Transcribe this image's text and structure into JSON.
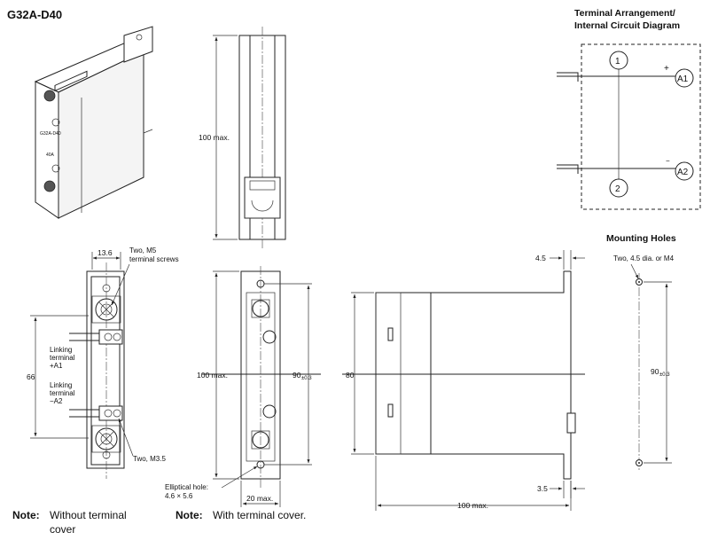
{
  "title": "G32A-D40",
  "terminal_header": {
    "line1": "Terminal Arrangement/",
    "line2": "Internal Circuit Diagram"
  },
  "circuit": {
    "node1": "1",
    "node2": "2",
    "a1": "A1",
    "a2": "A2",
    "plus": "+",
    "minus": "−"
  },
  "product": {
    "label_model": "G32A-D40",
    "label_amp": "40A"
  },
  "side_view": {
    "height_dim": "100 max."
  },
  "left_view": {
    "width_dim": "13.6",
    "screw_label": [
      "Two, M5",
      "terminal screws"
    ],
    "height_dim": "66",
    "linking_a1": [
      "Linking",
      "terminal",
      "+A1"
    ],
    "linking_a2": [
      "Linking",
      "terminal",
      "−A2"
    ],
    "small_screw": "Two, M3.5"
  },
  "center_view": {
    "height_dim": "100 max.",
    "pitch_dim": "90",
    "pitch_tol": "±0.3",
    "hole_label": [
      "Elliptical hole:",
      "4.6 × 5.6"
    ],
    "width_dim": "20 max."
  },
  "right_view": {
    "top_dim": "4.5",
    "height_dim": "80",
    "bottom_dim": "3.5",
    "length_dim": "100 max."
  },
  "mounting": {
    "header": "Mounting Holes",
    "hole_label": "Two, 4.5 dia. or M4",
    "pitch_dim": "90",
    "pitch_tol": "±0.3"
  },
  "notes": {
    "note_word": "Note:",
    "without_cover": [
      "Without terminal",
      "cover"
    ],
    "with_cover": "With terminal cover."
  }
}
